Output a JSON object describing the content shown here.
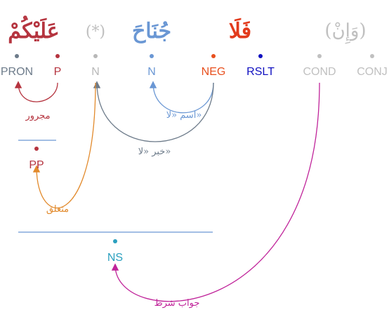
{
  "words": [
    {
      "text": "عَلَيْكُمْ",
      "color": "#b5343f"
    },
    {
      "text": "(*)",
      "color": "#c0c0c0"
    },
    {
      "text": "جُنَاحَ",
      "color": "#6a97d4"
    },
    {
      "text": "فَلَا",
      "color": "#e23a1c"
    },
    {
      "text": "(وَإِنْ)",
      "color": "#c0c0c0"
    }
  ],
  "tags": {
    "pron": {
      "text": "PRON",
      "color": "#6d7b8a"
    },
    "p": {
      "text": "P",
      "color": "#b5343f"
    },
    "n_hidden": {
      "text": "N",
      "color": "#b8b8b8"
    },
    "n": {
      "text": "N",
      "color": "#6a97d4"
    },
    "neg": {
      "text": "NEG",
      "color": "#e8501e"
    },
    "rslt": {
      "text": "RSLT",
      "color": "#1010c0"
    },
    "cond": {
      "text": "COND",
      "color": "#c0c0c0"
    },
    "conj": {
      "text": "CONJ",
      "color": "#c0c0c0"
    }
  },
  "phrases": {
    "pp": {
      "text": "PP",
      "color": "#b5343f"
    },
    "ns": {
      "text": "NS",
      "color": "#2ba0bf"
    }
  },
  "relations": {
    "majrur": {
      "text": "مجرور",
      "color": "#b5343f"
    },
    "ism_la": {
      "text": "اسم «لا»",
      "color": "#6a97d4"
    },
    "khabar_la": {
      "text": "خبر «لا»",
      "color": "#6d7b8a"
    },
    "mutaalliq": {
      "text": "متعلق",
      "color": "#e28a2c"
    },
    "jawab_shart": {
      "text": "جواب شرط",
      "color": "#c0249a"
    }
  }
}
